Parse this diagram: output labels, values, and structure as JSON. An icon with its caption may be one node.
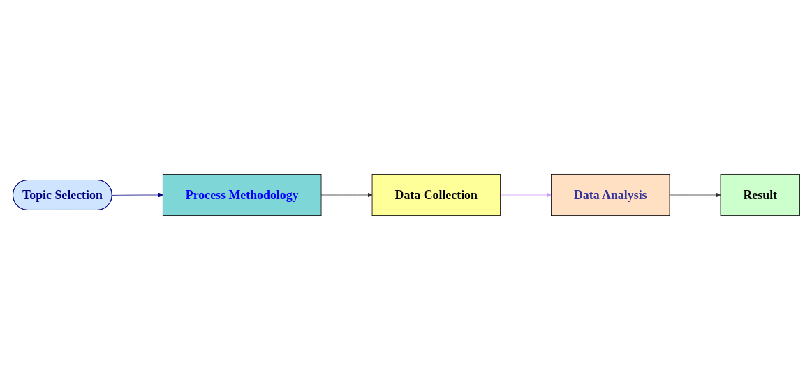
{
  "diagram": {
    "nodes": [
      {
        "text": [
          "Topic Selection"
        ]
      },
      {
        "text": [
          "Process Methodology"
        ]
      },
      {
        "text": [
          "Data Collection"
        ]
      },
      {
        "text": [
          "Data Analysis"
        ]
      },
      {
        "text": [
          "Result"
        ]
      }
    ],
    "edges": [
      {
        "from": 0,
        "to": 1,
        "arrow": "to",
        "color": "#000080"
      },
      {
        "from": 1,
        "to": 2,
        "arrow": "to"
      },
      {
        "from": 2,
        "to": 3,
        "arrow": "to",
        "color": "#cc99ff"
      },
      {
        "from": 3,
        "to": 4,
        "arrow": "to"
      }
    ]
  }
}
